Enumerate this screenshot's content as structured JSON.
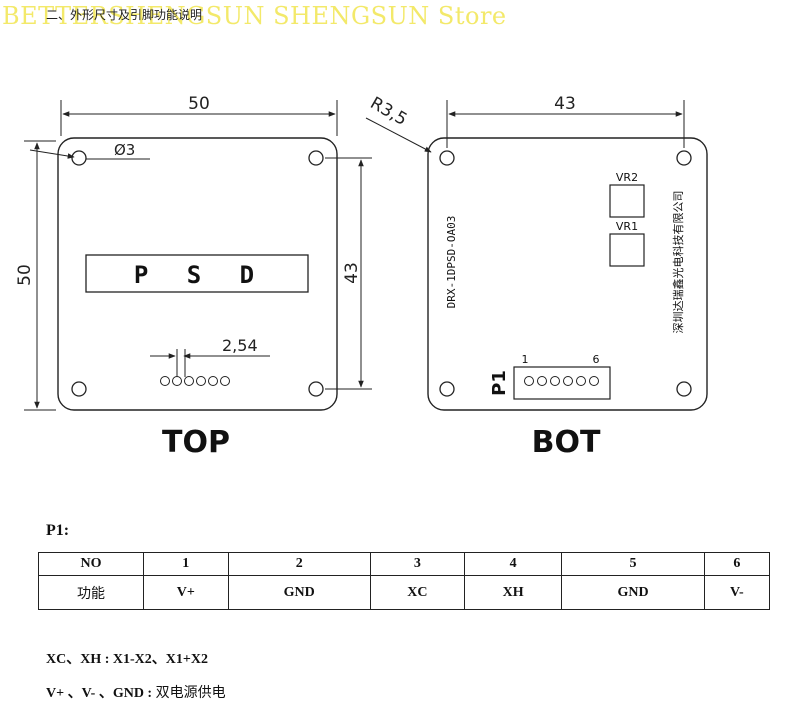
{
  "watermark": "BETTERSHENGSUN SHENGSUN Store",
  "section_title": "二、外形尺寸及引脚功能说明",
  "top_view": {
    "label": "TOP",
    "display_label": "P S D",
    "dim_width": "50",
    "dim_height": "50",
    "dim_hole_spacing": "43",
    "dim_hole_diameter": "Ø3",
    "dim_pin_pitch": "2,54"
  },
  "bot_view": {
    "label": "BOT",
    "dim_hole_spacing": "43",
    "dim_corner_radius": "R3,5",
    "model": "DRX-1DPSD-OA03",
    "manufacturer": "深圳达瑞鑫光电科技有限公司",
    "vr2_label": "VR2",
    "vr1_label": "VR1",
    "connector_label": "P1",
    "pin_first": "1",
    "pin_last": "6"
  },
  "pin_table": {
    "title": "P1:",
    "header_label": "NO",
    "row_label": "功能",
    "pins": [
      {
        "no": "1",
        "func": "V+"
      },
      {
        "no": "2",
        "func": "GND"
      },
      {
        "no": "3",
        "func": "XC"
      },
      {
        "no": "4",
        "func": "XH"
      },
      {
        "no": "5",
        "func": "GND"
      },
      {
        "no": "6",
        "func": "V-"
      }
    ]
  },
  "notes": [
    {
      "key": "XC、XH : ",
      "value": "X1-X2、X1+X2"
    },
    {
      "key": "V+ 、V- 、GND : ",
      "value": "双电源供电"
    }
  ]
}
